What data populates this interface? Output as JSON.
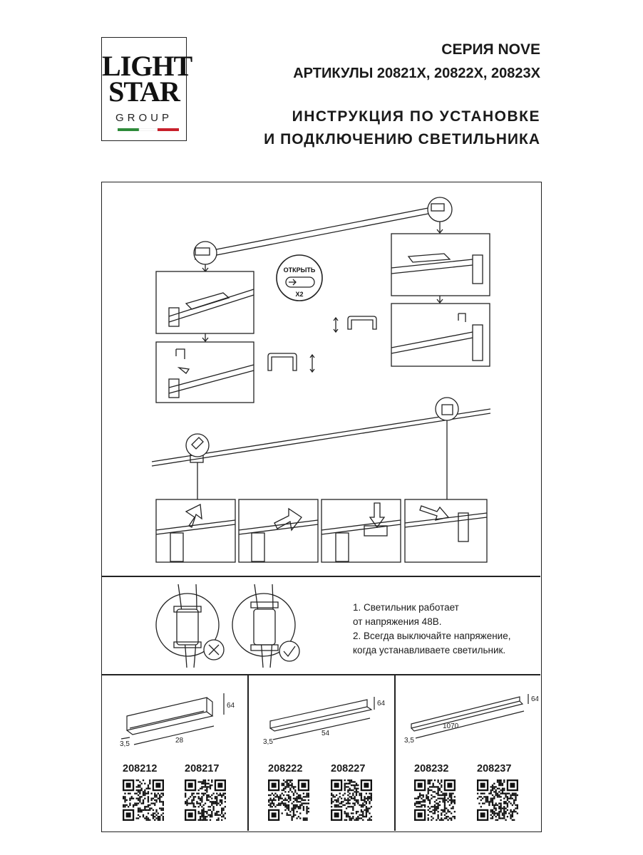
{
  "logo": {
    "line1": "LIGHT",
    "line2": "STAR",
    "line3": "GROUP"
  },
  "header": {
    "series": "СЕРИЯ NOVE",
    "articles": "АРТИКУЛЫ 20821X, 20822X, 20823X",
    "title_line1": "ИНСТРУКЦИЯ ПО УСТАНОВКЕ",
    "title_line2": "И ПОДКЛЮЧЕНИЮ СВЕТИЛЬНИКА"
  },
  "install": {
    "open_label": "ОТКРЫТЬ",
    "times_label": "X2"
  },
  "notes": {
    "line1": "1. Светильник работает",
    "line2": "от напряжения 48В.",
    "line3": "2. Всегда выключайте напряжение,",
    "line4": "когда устанавливаете светильник."
  },
  "products": [
    {
      "dims": {
        "height": "64",
        "length": "28",
        "depth": "3,5"
      },
      "codes": [
        "208212",
        "208217"
      ]
    },
    {
      "dims": {
        "height": "64",
        "length": "54",
        "depth": "3,5"
      },
      "codes": [
        "208222",
        "208227"
      ]
    },
    {
      "dims": {
        "height": "64",
        "length": "1070",
        "depth": "3,5"
      },
      "codes": [
        "208232",
        "208237"
      ]
    }
  ],
  "colors": {
    "flag_green": "#2e8b3a",
    "flag_red": "#c8202b",
    "line": "#222222"
  }
}
